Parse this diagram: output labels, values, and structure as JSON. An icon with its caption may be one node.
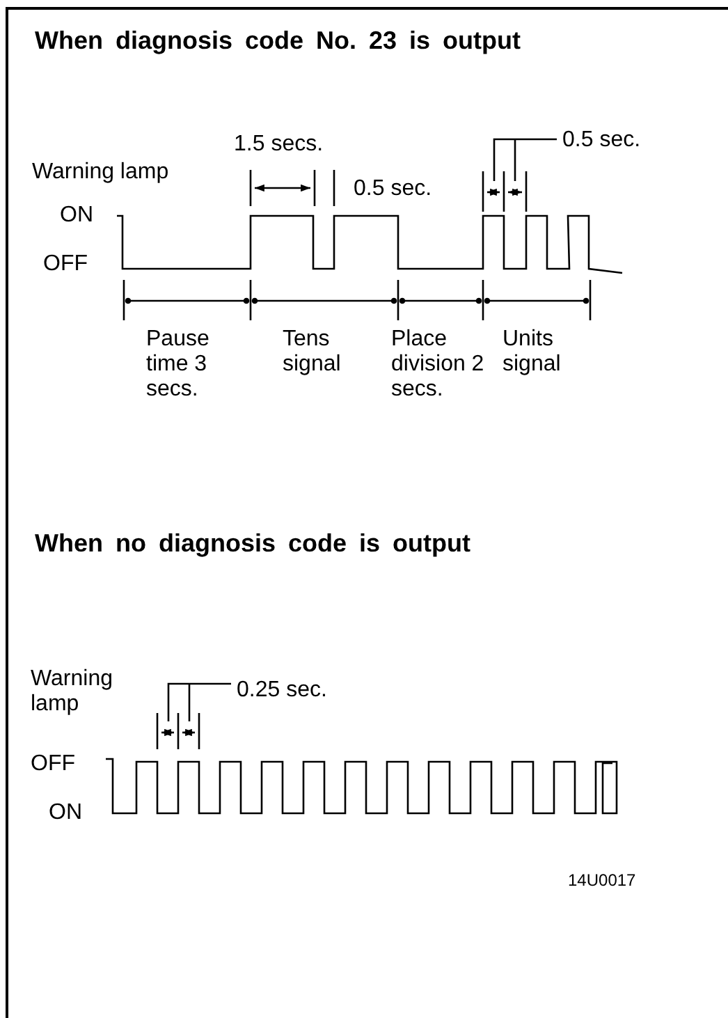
{
  "diagram": {
    "title": "When diagnosis code No. 23 is output",
    "labels": [
      "1.5 secs.",
      "0.5 sec.",
      "Warning lamp",
      "0.5 sec.",
      "ON",
      "OFF",
      "Pause time 3 secs.",
      "Tens signal",
      "Place division 2 secs.",
      "Units signal",
      "When no diagnosis code is output",
      "Warning lamp",
      "0.25 sec.",
      "OFF",
      "ON",
      "14U0017"
    ]
  }
}
